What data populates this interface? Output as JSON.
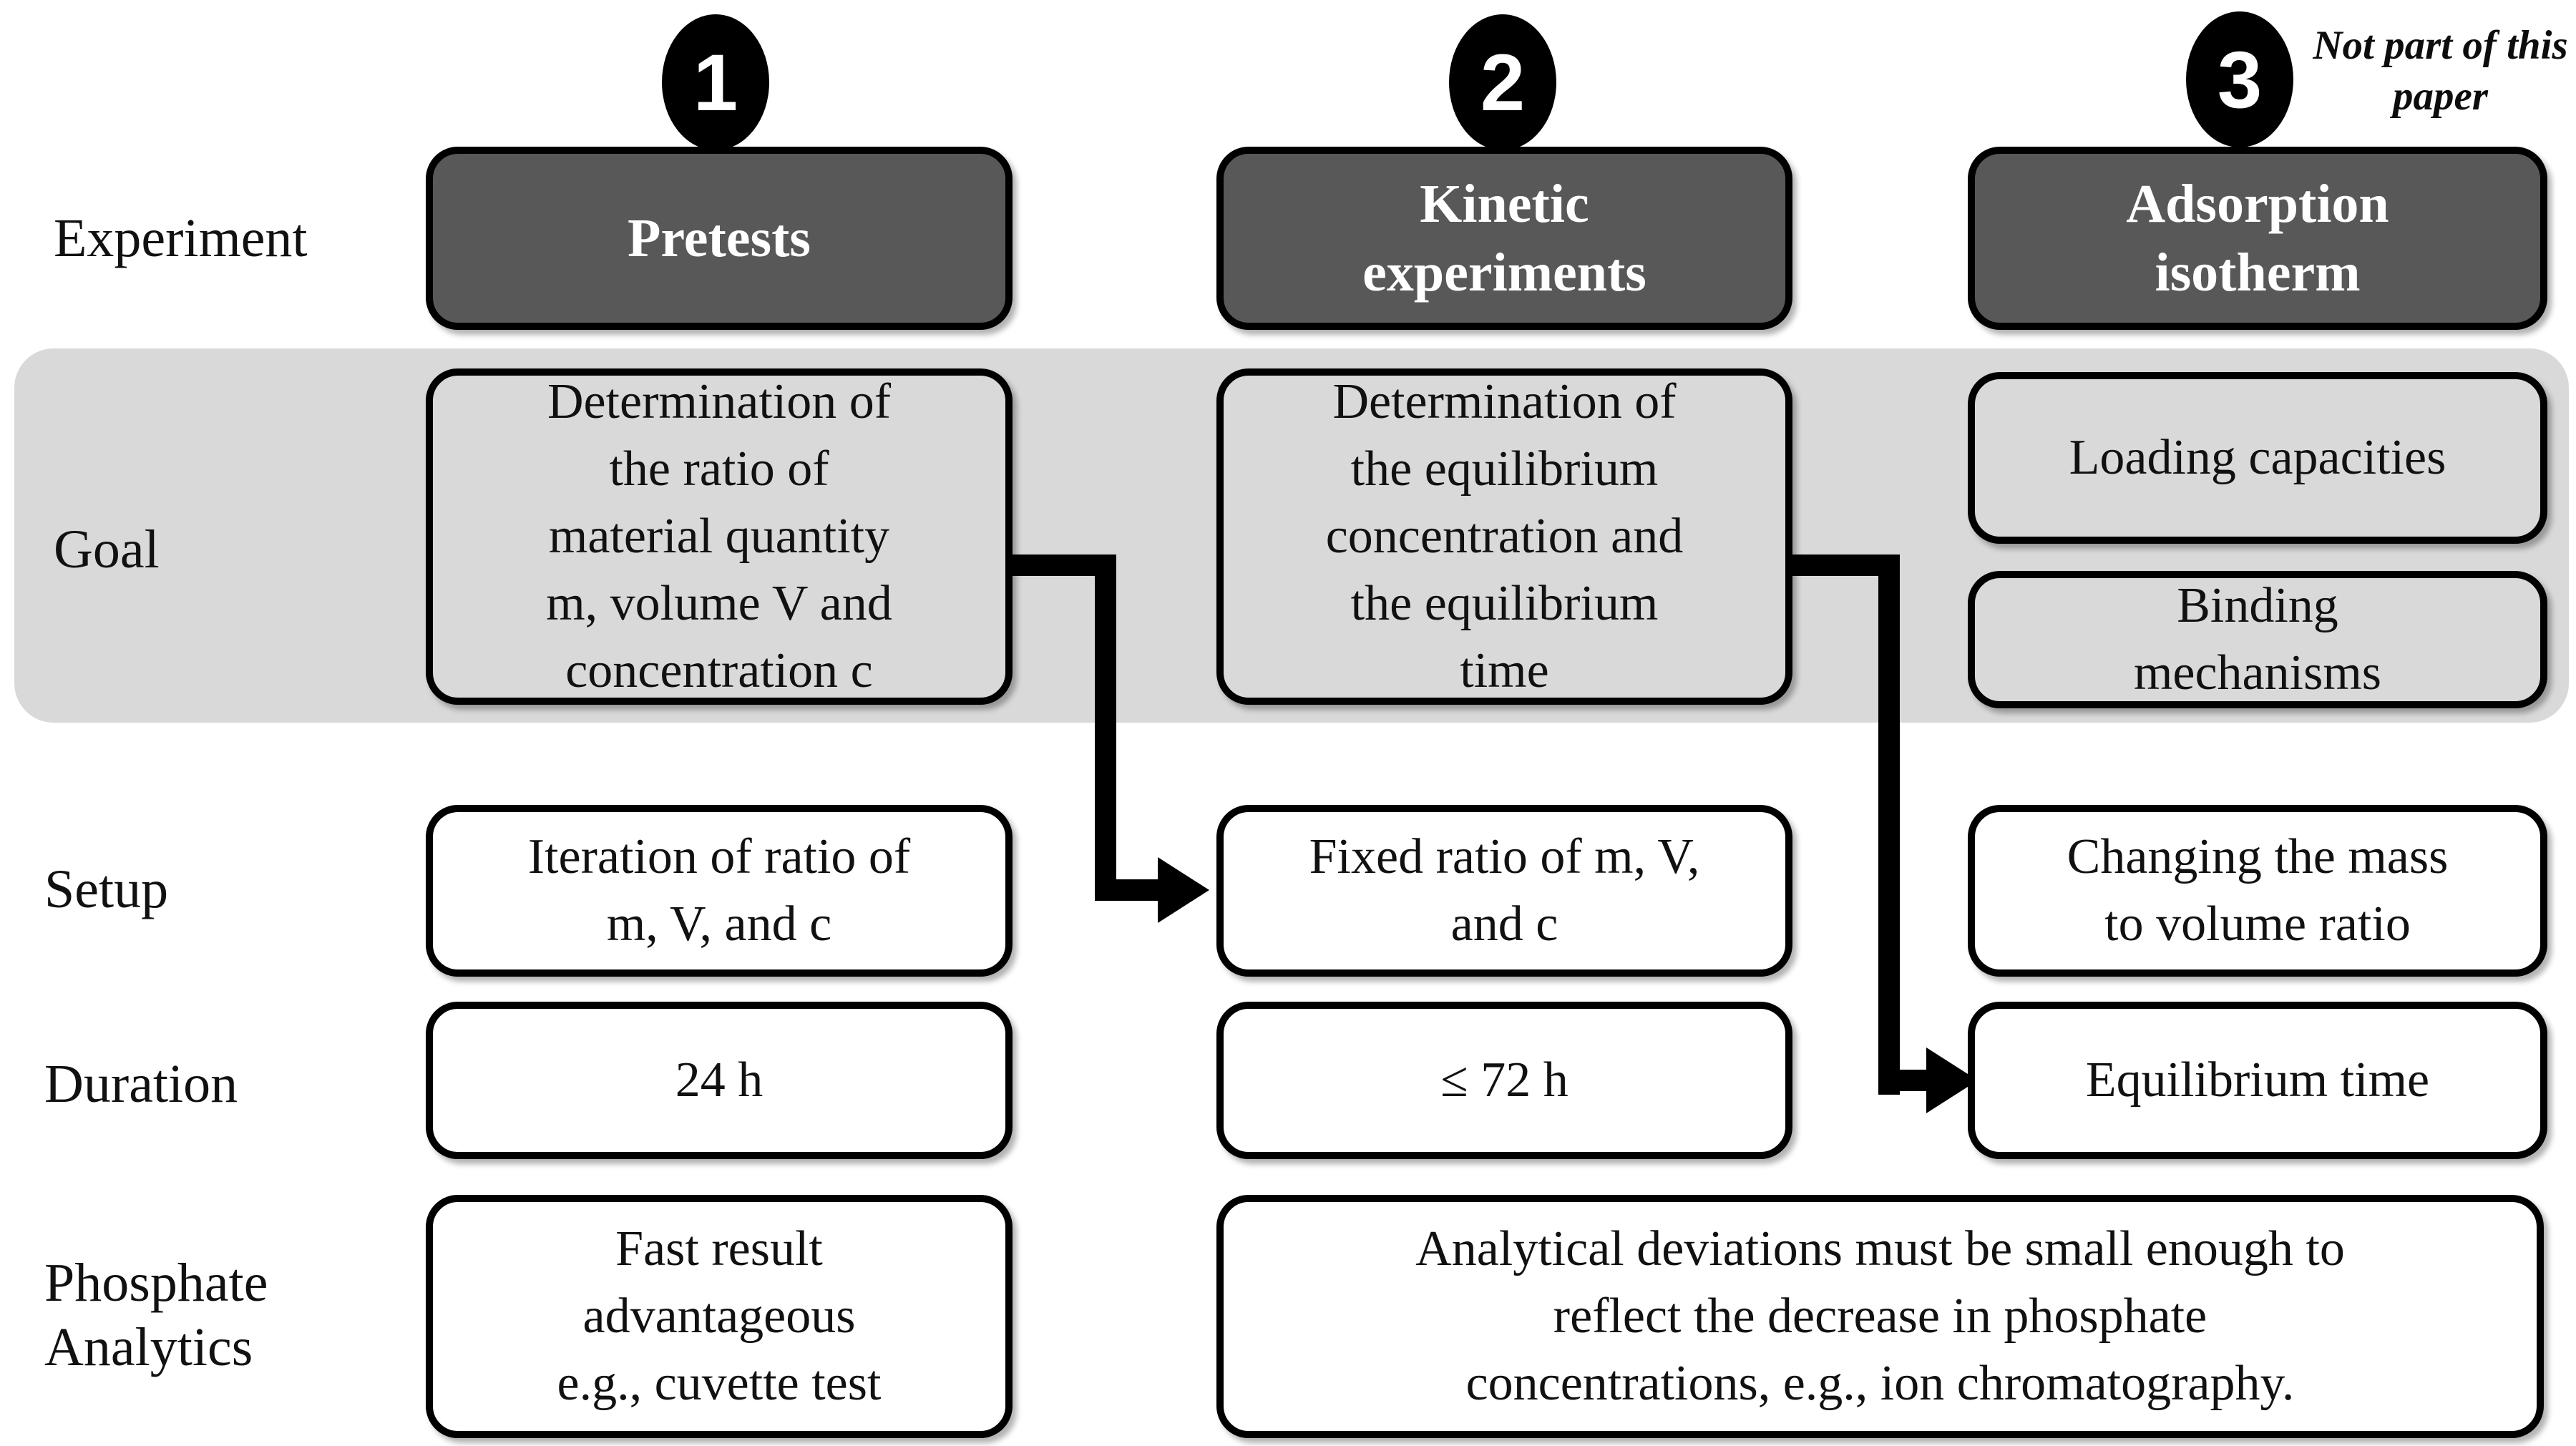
{
  "figure": {
    "badges": [
      {
        "label": "1"
      },
      {
        "label": "2"
      },
      {
        "label": "3"
      }
    ],
    "note_lines": [
      "Not part of",
      "this paper"
    ],
    "row_labels": {
      "experiment": "Experiment",
      "goal": "Goal",
      "setup": "Setup",
      "duration": "Duration",
      "analytics_line1": "Phosphate",
      "analytics_line2": "Analytics"
    },
    "columns": [
      {
        "header_lines": [
          "Pretests"
        ],
        "goal_lines": [
          "Determination of",
          "the ratio of",
          "material quantity",
          "m, volume V and",
          "concentration c"
        ],
        "setup_lines": [
          "Iteration of ratio of",
          "m, V, and c"
        ],
        "duration": "24 h",
        "analytics_lines": [
          "Fast result",
          "advantageous",
          "e.g., cuvette test"
        ]
      },
      {
        "header_lines": [
          "Kinetic",
          "experiments"
        ],
        "goal_lines": [
          "Determination of",
          "the equilibrium",
          "concentration and",
          "the equilibrium",
          "time"
        ],
        "setup_lines": [
          "Fixed ratio of m, V,",
          "and c"
        ],
        "duration": "≤ 72 h"
      },
      {
        "header_lines": [
          "Adsorption",
          "isotherm"
        ],
        "goal_box_1_lines": [
          "Loading capacities"
        ],
        "goal_box_2_lines": [
          "Binding",
          "mechanisms"
        ],
        "setup_lines": [
          "Changing the mass",
          "to volume ratio"
        ],
        "duration": "Equilibrium time"
      }
    ],
    "shared_analytics_lines": [
      "Analytical deviations must be small enough to",
      "reflect the decrease in phosphate",
      "concentrations, e.g., ion chromatography."
    ],
    "colors": {
      "header_fill": "#585858",
      "band_fill": "#d9d9d9",
      "line": "#000000",
      "header_text": "#ffffff",
      "body_text": "#111111"
    }
  }
}
